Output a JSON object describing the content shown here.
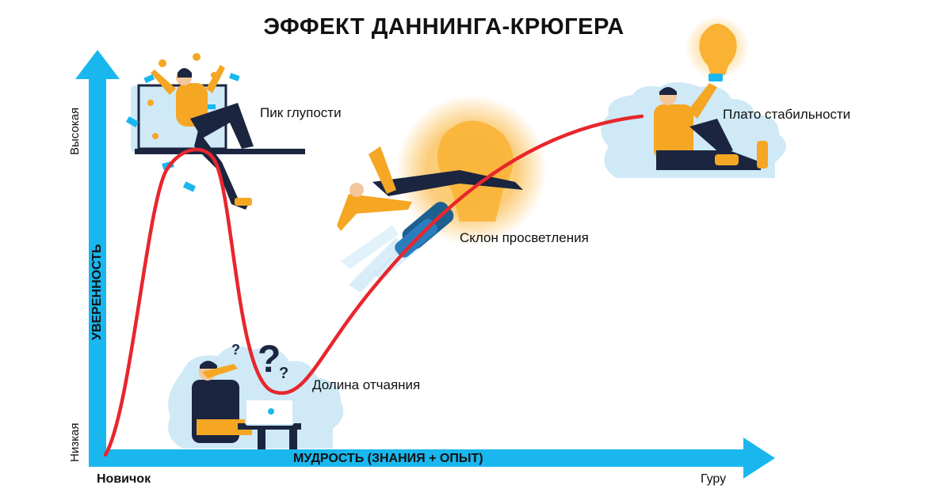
{
  "title": "ЭФФЕКТ ДАННИНГА-КРЮГЕРА",
  "axes": {
    "y_label": "УВЕРЕННОСТЬ",
    "y_high": "Высокая",
    "y_low": "Низкая",
    "x_label": "МУДРОСТЬ (ЗНАНИЯ + ОПЫТ)",
    "x_start": "Новичок",
    "x_end": "Гуру"
  },
  "stages": {
    "peak": "Пик глупости",
    "valley": "Долина отчаяния",
    "slope": "Склон просветления",
    "plateau": "Плато стабильности"
  },
  "colors": {
    "axis": "#1ab7ee",
    "curve": "#e8262d",
    "accent": "#f5a623",
    "dark": "#1b2540",
    "cloud": "#cfe9f7"
  },
  "icons": [
    "money-icon",
    "question-mark-icon",
    "laptop-icon",
    "rocket-icon",
    "light-bulb-icon"
  ]
}
